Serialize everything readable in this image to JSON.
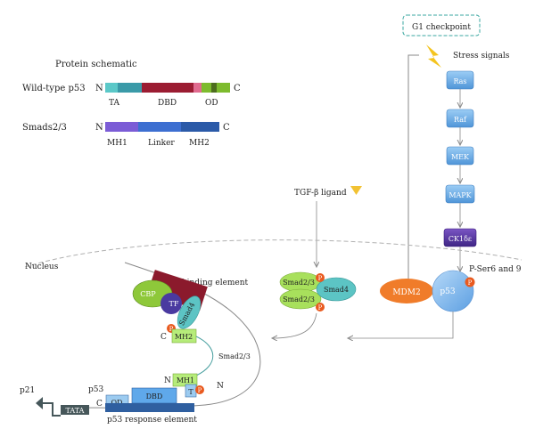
{
  "schematic": {
    "heading": "Protein schematic",
    "wild_type": {
      "label": "Wild-type p53",
      "n": "N",
      "c": "C",
      "ta": "TA",
      "dbd": "DBD",
      "od": "OD"
    },
    "smads": {
      "label": "Smads2/3",
      "n": "N",
      "c": "C",
      "mh1": "MH1",
      "linker": "Linker",
      "mh2": "MH2"
    }
  },
  "pathway": {
    "checkpoint": "G1 checkpoint",
    "stress": "Stress signals",
    "kinases": [
      "Ras",
      "Raf",
      "MEK",
      "MAPK",
      "CK1δε"
    ],
    "pser": "P-Ser6 and 9",
    "mdm2": "MDM2",
    "p53": "p53",
    "tgf": "TGF-β ligand"
  },
  "complex": {
    "smad23_top": "Smad2/3",
    "smad23_bottom": "Smad2/3",
    "smad4": "Smad4",
    "p": "P"
  },
  "nucleus": {
    "label": "Nucleus",
    "sbe": "Smad-binding element",
    "cbp": "CBP",
    "tf": "TF",
    "smad4": "Smad4",
    "mh2": "MH2",
    "mh1": "MH1",
    "smad23": "Smad2/3",
    "c_mh2": "C",
    "n_mh1": "N",
    "n_right": "N",
    "p53": "p53",
    "c_od": "C",
    "od": "OD",
    "dbd": "DBD",
    "t": "T",
    "p21": "p21",
    "tata": "TATA",
    "response_element": "p53 response element"
  },
  "colors": {
    "ta_light": "#5bc8c8",
    "ta_dark": "#3a9aa8",
    "dbd": "#9b1c32",
    "linker_pink": "#e06b8f",
    "od_green": "#7dbb2e",
    "od_dark": "#4d6d1e",
    "mh1": "#7b5cd6",
    "linker_blue": "#3d6fd1",
    "mh2": "#2b5aa8",
    "kinase": "#62a8e8",
    "ck1": "#5a34a0",
    "mdm2": "#f07c2a",
    "p53_circle": "#7fb8ee",
    "phospho": "#e95a1f",
    "smad_green": "#a8e05c",
    "smad4_teal": "#5cc4c4",
    "cbp": "#8ec83a",
    "tf": "#4a3aa0",
    "sbe": "#8b1a2c",
    "dna_blue": "#9ccbf0",
    "dna_dark": "#3f6fa8",
    "tata": "#46575a",
    "checkpoint_border": "#3aa7a0",
    "lightning": "#f4c41e",
    "ligand": "#f2c233"
  },
  "icons": [
    "lightning-icon",
    "ligand-triangle-icon",
    "inhibition-bar-icon",
    "transcription-arrow-icon"
  ]
}
